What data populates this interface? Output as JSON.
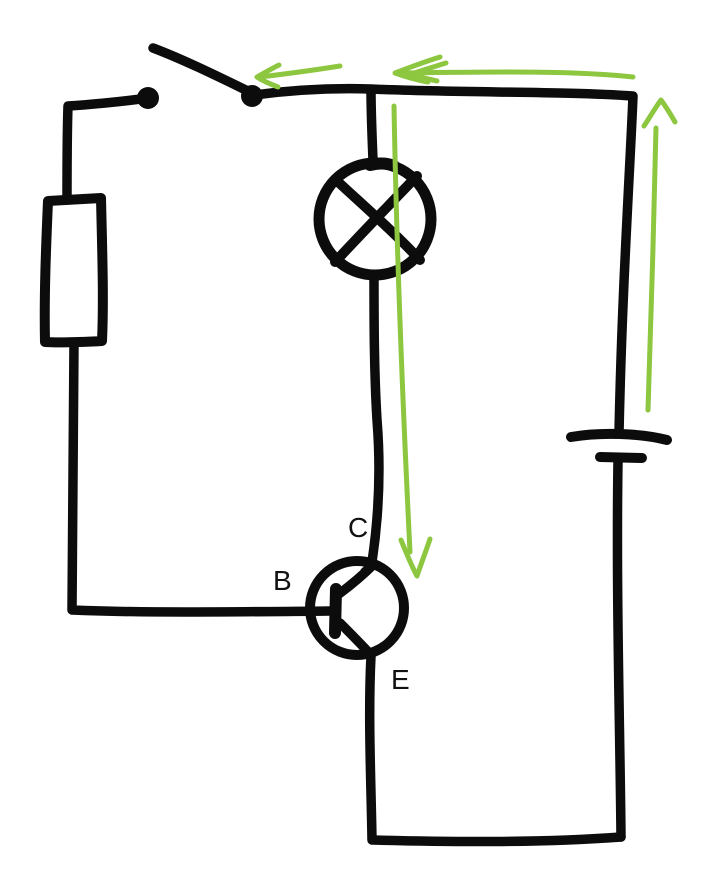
{
  "diagram": {
    "kind": "hand-drawn transistor switch circuit sketch",
    "colors": {
      "ink": "#0c0c0c",
      "flow_arrow": "#8dc63f",
      "paper": "#ffffff",
      "label_text": "#111111"
    },
    "labels": {
      "base": "B",
      "collector": "C",
      "emitter": "E"
    },
    "components": [
      {
        "name": "open-switch",
        "symbol": "two contact dots with raised arm"
      },
      {
        "name": "resistor",
        "symbol": "rectangle box"
      },
      {
        "name": "lamp",
        "symbol": "circle with X cross"
      },
      {
        "name": "npn-transistor",
        "symbol": "circle with base bar, collector and emitter leads",
        "terminal_labels": [
          "B",
          "C",
          "E"
        ]
      },
      {
        "name": "battery-cell",
        "symbol": "long plate over short plate"
      }
    ],
    "flow_arrows": [
      {
        "name": "top-wire-flow",
        "direction": "right-to-left along top wire"
      },
      {
        "name": "into-switch-flow",
        "direction": "toward open switch contact"
      },
      {
        "name": "lamp-branch-flow",
        "direction": "downward through lamp branch"
      },
      {
        "name": "battery-riser-flow",
        "direction": "upward from battery positive side"
      }
    ]
  }
}
